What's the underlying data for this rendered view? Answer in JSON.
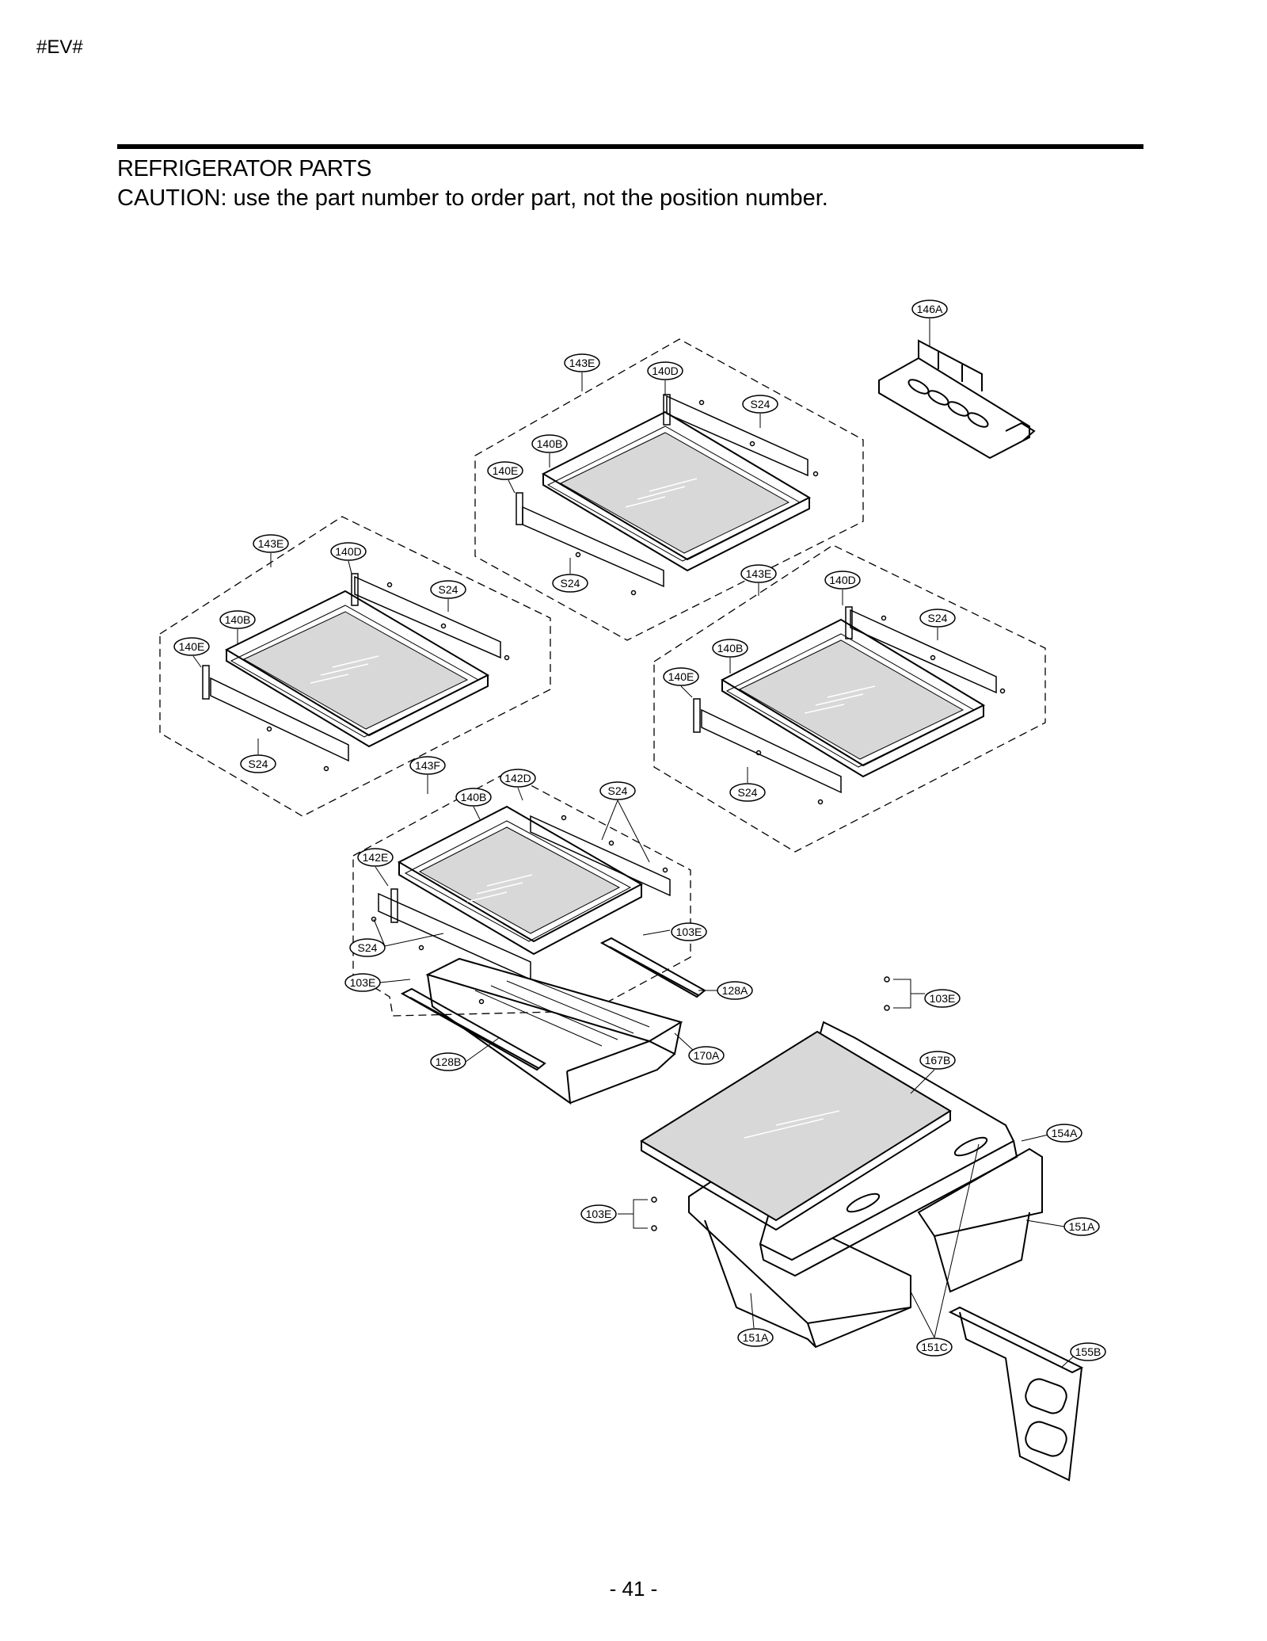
{
  "header": {
    "code": "#EV#"
  },
  "title": "REFRIGERATOR PARTS",
  "caution": "CAUTION: use the part number to order part, not the position number.",
  "page_number": "- 41 -",
  "callouts": {
    "shelf_top_frame": "143E",
    "shelf_top_bracket_right": "140D",
    "shelf_top_screw_right": "S24",
    "shelf_top_glass": "140B",
    "shelf_top_bracket_left": "140E",
    "shelf_top_screw_left": "S24",
    "shelf_left_frame": "143E",
    "shelf_left_bracket_right": "140D",
    "shelf_left_screw_right": "S24",
    "shelf_left_glass": "140B",
    "shelf_left_bracket_left": "140E",
    "shelf_left_screw_left": "S24",
    "shelf_right_frame": "143E",
    "shelf_right_bracket_right": "140D",
    "shelf_right_screw_right": "S24",
    "shelf_right_glass": "140B",
    "shelf_right_bracket_left": "140E",
    "shelf_right_screw_left": "S24",
    "holder": "146A",
    "drawer_frame": "143F",
    "drawer_shelf_glass": "140B",
    "drawer_bracket_right": "142D",
    "drawer_screw_right": "S24",
    "drawer_bracket_left": "142E",
    "drawer_screw_left": "S24",
    "drawer_screw_103e_right": "103E",
    "drawer_screw_103e_left": "103E",
    "rail_right": "128A",
    "rail_left": "128B",
    "drawer_tray": "170A",
    "crisper_screw_top": "103E",
    "crisper_cover_glass": "167B",
    "crisper_cover_frame": "154A",
    "crisper_screw_left": "103E",
    "crisper_drawer_right": "151A",
    "crisper_drawer_left": "151A",
    "crisper_handle": "151C",
    "divider": "155B"
  }
}
